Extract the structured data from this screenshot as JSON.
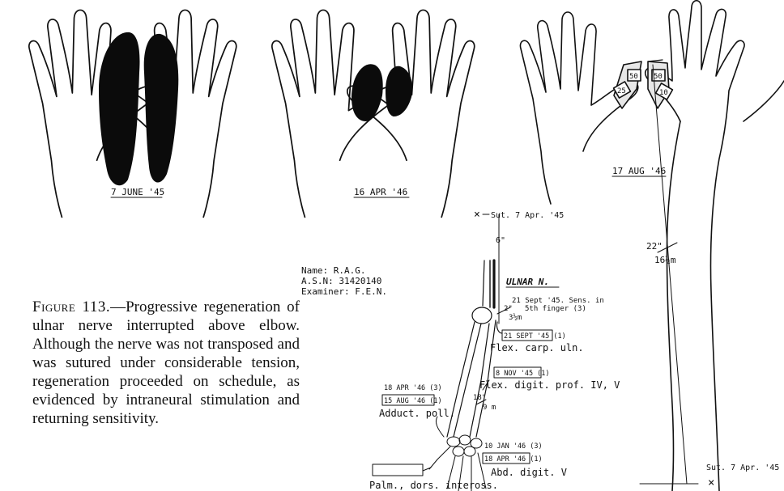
{
  "figure": {
    "caption_label": "Figure 113.",
    "caption_text": "—Progressive regeneration of ulnar nerve interrupted above elbow. Although the nerve was not transposed and was sutured under considerable tension, regeneration proceeded on schedule, as evidenced by intraneural stimulation and returning sensitivity."
  },
  "hands": {
    "date_1": "7 JUNE '45",
    "date_2": "16 APR '46",
    "date_3": "17 AUG '46",
    "test_values": [
      "50",
      "50",
      "25",
      "10"
    ]
  },
  "patient": {
    "name": "Name: R.A.G.",
    "asn": "A.S.N: 31420140",
    "examiner": "Examiner: F.E.N."
  },
  "nerve_chart": {
    "nerve_label": "ULNAR N.",
    "suture_top": "Sut. 7 Apr. '45",
    "dist_top": "6\"",
    "sens_note": "21 Sept '45. Sens. in",
    "sens_note2": "5th finger (3)",
    "dist_2": "2\"",
    "dist_2_m": "3½m",
    "date_flex_carp": "21 SEPT '45 (1)",
    "flex_carp": "Flex. carp. uln.",
    "date_flex_digit": "8 NOV '45 (1)",
    "flex_digit": "Flex. digit. prof. IV, V",
    "dist_3": "18\"",
    "dist_3_m": "9 m",
    "date_adduct_a": "18 APR '46 (3)",
    "date_adduct_b": "15 AUG '46 (1)",
    "adduct": "Adduct. poll.",
    "date_abd_a": "10 JAN '46 (3)",
    "date_abd_b": "18 APR '46 (1)",
    "abd": "Abd. digit. V",
    "palm": "Palm., dors. inteross."
  },
  "arm_chart": {
    "dist": "22\"",
    "dist_m": "16¼m",
    "suture_bottom": "Sut. 7 Apr. '45",
    "marker": "×"
  }
}
